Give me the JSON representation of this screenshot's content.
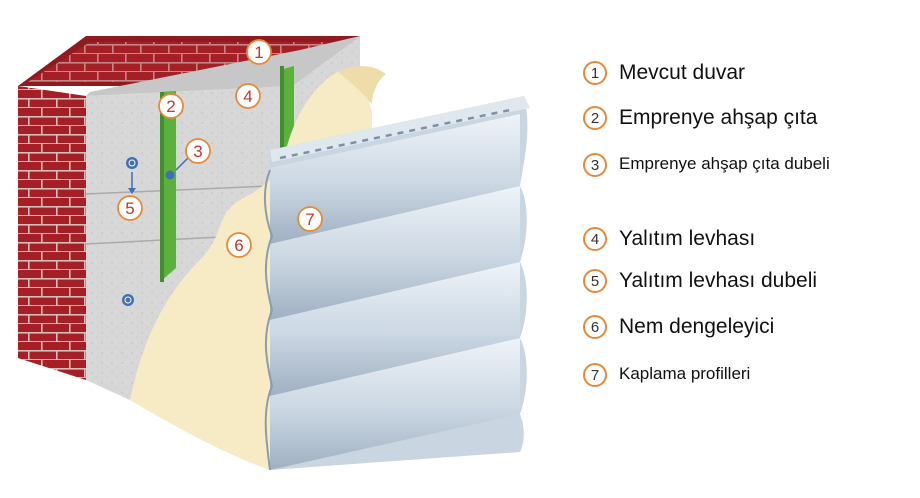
{
  "diagram": {
    "callouts": [
      {
        "id": "1",
        "label": "1"
      },
      {
        "id": "2",
        "label": "2"
      },
      {
        "id": "3",
        "label": "3"
      },
      {
        "id": "4",
        "label": "4"
      },
      {
        "id": "5",
        "label": "5"
      },
      {
        "id": "6",
        "label": "6"
      },
      {
        "id": "7",
        "label": "7"
      }
    ],
    "colors": {
      "brick": "#b3232a",
      "mortar": "#e7cfc9",
      "insulation": "#d9d9d9",
      "batten": "#5cb03e",
      "moisture": "#f7ebc5",
      "cladding": "#cfdbe6",
      "callout_ring": "#e58a3a"
    }
  },
  "legend": {
    "items": [
      {
        "num": "1",
        "text": "Mevcut duvar"
      },
      {
        "num": "2",
        "text": "Emprenye ahşap çıta"
      },
      {
        "num": "3",
        "text": "Emprenye ahşap çıta dubeli"
      },
      {
        "num": "4",
        "text": "Yalıtım levhası"
      },
      {
        "num": "5",
        "text": "Yalıtım levhası dubeli"
      },
      {
        "num": "6",
        "text": "Nem dengeleyici"
      },
      {
        "num": "7",
        "text": "Kaplama profilleri"
      }
    ]
  }
}
